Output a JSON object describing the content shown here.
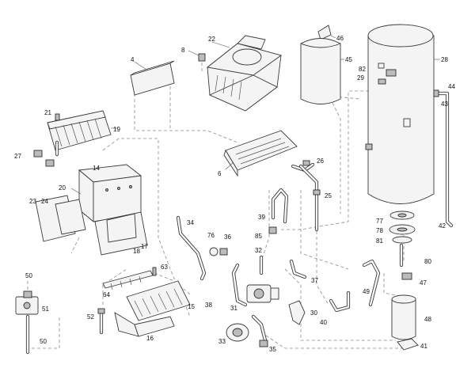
{
  "diagram": {
    "part_numbers": {
      "p4": "4",
      "p8": "8",
      "p22": "22",
      "p46": "46",
      "p45": "45",
      "p28": "28",
      "p82": "82",
      "p29": "29",
      "p44": "44",
      "p43": "43",
      "p21": "21",
      "p19": "19",
      "p27": "27",
      "p6": "6",
      "p26": "26",
      "p14": "14",
      "p20": "20",
      "p25": "25",
      "p23": "23",
      "p24": "24",
      "p39": "39",
      "p77": "77",
      "p78": "78",
      "p81": "81",
      "p42": "42",
      "p17": "17",
      "p18": "18",
      "p34": "34",
      "p76": "76",
      "p36": "36",
      "p85": "85",
      "p32": "32",
      "p80": "80",
      "p63": "63",
      "p37": "37",
      "p47": "47",
      "p64": "64",
      "p50": "50",
      "p51": "51",
      "p38": "38",
      "p31": "31",
      "p49": "49",
      "p15": "15",
      "p52": "52",
      "p30": "30",
      "p40": "40",
      "p48": "48",
      "p16": "16",
      "p33": "33",
      "p35": "35",
      "p41": "41"
    }
  }
}
